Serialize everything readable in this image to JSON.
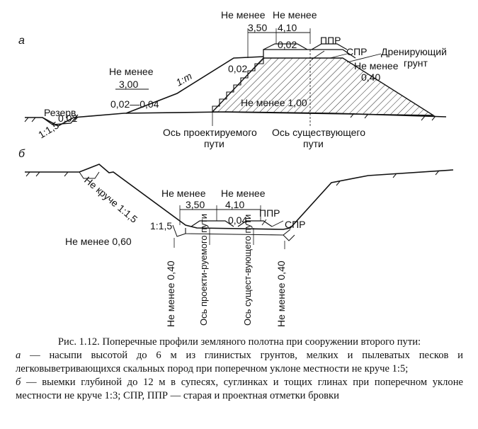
{
  "figure": {
    "a": {
      "letter": "а",
      "labels": {
        "not_less_1": "Не менее",
        "not_less_2": "Не менее",
        "w350": "3,50",
        "w410": "4,10",
        "slope002_top": "0,02",
        "ppr": "ППР",
        "spr": "СПР",
        "drain1": "Дренирующий",
        "drain2": "грунт",
        "not_less_right": "Не менее",
        "v040": "0,40",
        "slope002_mid": "0,02",
        "not_less_100": "Не менее 1,00",
        "not_less_left": "Не менее",
        "w300": "3,00",
        "slope_m": "1:m",
        "slope_range": "0,02—0,04",
        "reserve": "Резерв",
        "slope002_res": "0,02",
        "slope115": "1:1,5",
        "axis_design1": "Ось проектируемого",
        "axis_design2": "пути",
        "axis_exist1": "Ось существующего",
        "axis_exist2": "пути"
      }
    },
    "b": {
      "letter": "б",
      "labels": {
        "not_steeper": "Не круче 1:1,5",
        "not_less_1": "Не менее",
        "not_less_2": "Не менее",
        "w350": "3,50",
        "w410": "4,10",
        "slope115": "1:1,5",
        "v004": "0,04",
        "ppr": "ППР",
        "spr": "СПР",
        "not_less_060": "Не менее 0,60",
        "vert_left": "Не менее 0,40",
        "axis_design": "Ось проекти-руемого пути",
        "axis_exist": "Ось сущест-вующего пути",
        "vert_right": "Не менее 0,40"
      }
    }
  },
  "caption": {
    "title": "Рис. 1.12. Поперечные профили земляного полотна при сооружении второго пути:",
    "item_a_letter": "а",
    "item_a_text": " — насыпи высотой до 6 м из глинистых грунтов, мелких и пылеватых песков и легковыветривающихся скальных пород при поперечном уклоне местности не круче 1:5;",
    "item_b_letter": "б",
    "item_b_text": " — выемки глубиной до 12 м в супесях, суглинках и тощих глинах при поперечном уклоне местности не круче 1:3; СПР, ППР — старая и проектная отметки бровки"
  }
}
